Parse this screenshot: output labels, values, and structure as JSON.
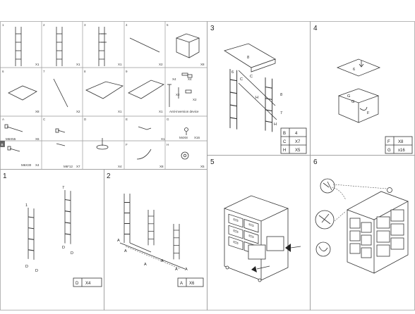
{
  "parts": [
    {
      "no": "1",
      "qty": "X1"
    },
    {
      "no": "2",
      "qty": "X1"
    },
    {
      "no": "3",
      "qty": "X1"
    },
    {
      "no": "4",
      "qty": "X2"
    },
    {
      "no": "5",
      "qty": "X8"
    },
    {
      "no": "6",
      "qty": "X8"
    },
    {
      "no": "7",
      "qty": "X2"
    },
    {
      "no": "8",
      "qty": "X1"
    },
    {
      "no": "9",
      "qty": "X1"
    },
    {
      "no": "A",
      "name": "M6X55",
      "qty": "X6"
    },
    {
      "no": "B",
      "name": "M6X30",
      "qty": "X4"
    },
    {
      "no": "C",
      "name": "M6*12",
      "qty": "X7"
    },
    {
      "no": "D",
      "qty": "X4"
    },
    {
      "no": "E",
      "qty": "X1"
    },
    {
      "no": "F",
      "qty": "X8"
    },
    {
      "no": "G",
      "name": "M4X8",
      "qty": "X16"
    },
    {
      "no": "H",
      "qty": "X5"
    }
  ],
  "anti_tip": {
    "label": "Anti-inversion device",
    "p1": "X4",
    "p2": "X4",
    "p3": "X2",
    "p4": "X2"
  },
  "steps": {
    "s1": {
      "num": "1",
      "callouts": [
        "1",
        "7",
        "D",
        "D",
        "D",
        "D"
      ],
      "table": [
        {
          "part": "D",
          "qty": "X4"
        }
      ]
    },
    "s2": {
      "num": "2",
      "callouts": [
        "A",
        "A",
        "A",
        "A",
        "A",
        "A"
      ],
      "table": [
        {
          "part": "A",
          "qty": "X6"
        }
      ]
    },
    "s3": {
      "num": "3",
      "callouts": [
        "8",
        "6",
        "C",
        "C",
        "H",
        "8",
        "7",
        "H"
      ],
      "table": [
        {
          "part": "B",
          "qty": "4"
        },
        {
          "part": "C",
          "qty": "X7"
        },
        {
          "part": "H",
          "qty": "X5"
        }
      ]
    },
    "s4": {
      "num": "4",
      "callouts": [
        "6",
        "G",
        "G",
        "F"
      ],
      "table": [
        {
          "part": "F",
          "qty": "X8"
        },
        {
          "part": "G",
          "qty": "x16"
        }
      ]
    },
    "s5": {
      "num": "5"
    },
    "s6": {
      "num": "6"
    }
  }
}
